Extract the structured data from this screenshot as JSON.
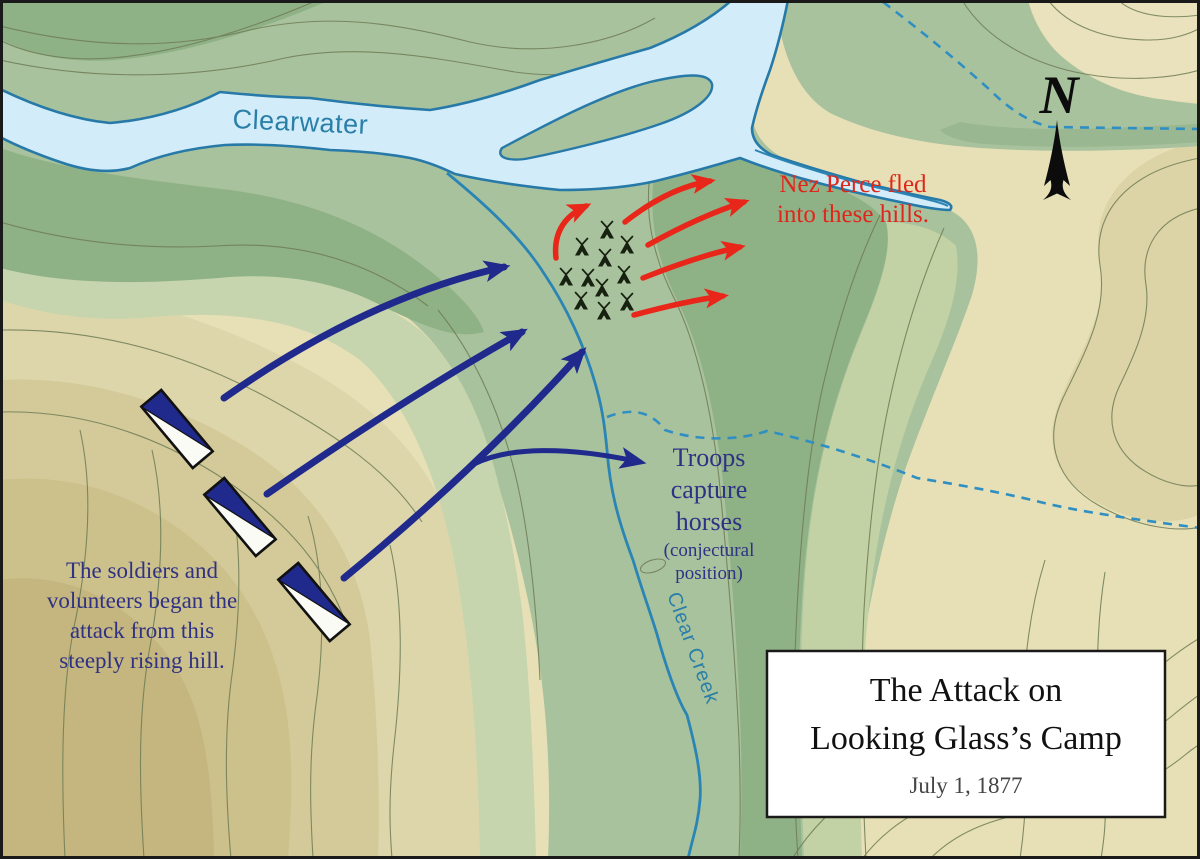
{
  "map": {
    "title_box": {
      "line1": "The Attack on",
      "line2": "Looking Glass’s Camp",
      "date": "July 1, 1877"
    },
    "water_labels": {
      "river": "Clearwater",
      "creek": "Clear Creek"
    },
    "compass": {
      "label": "N"
    },
    "annotations": {
      "soldiers": {
        "color": "#2f3184",
        "lines": [
          "The soldiers and",
          "volunteers began the",
          "attack from this",
          "steeply rising hill."
        ]
      },
      "nez_perce": {
        "color": "#e0261a",
        "lines": [
          "Nez Perce fled",
          "into these hills."
        ]
      },
      "troops": {
        "color": "#2f3184",
        "lines": [
          "Troops",
          "capture",
          "horses"
        ],
        "sub_lines": [
          "(conjectural",
          "position)"
        ]
      }
    },
    "symbols": {
      "teepee_count": 11,
      "unit_flag_count": 3,
      "attack_arrow_count": 3,
      "flee_arrow_count": 5
    },
    "colors": {
      "attack_arrow": "#20298c",
      "flee_arrow": "#e8271a",
      "water_fill": "#d3ecf9",
      "water_line": "#2779a8",
      "trail_dashed": "#2f8fc2",
      "teepee": "#17210f",
      "valley_green": "#a9c29e",
      "hill_tan": "#d5cb9b"
    }
  }
}
